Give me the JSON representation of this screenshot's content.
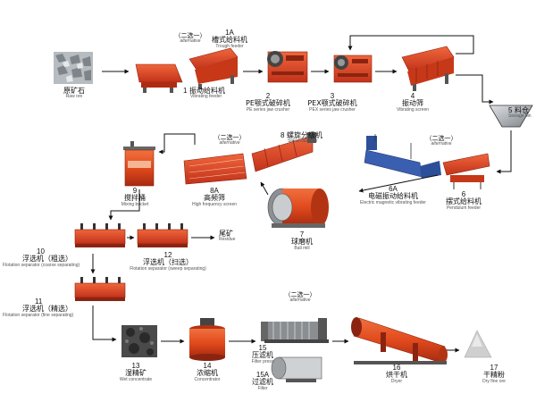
{
  "colors": {
    "machine": "#e0431d",
    "machine_dark": "#b02a12",
    "steel": "#6b6f73",
    "arrow": "#111111",
    "ore": "#9aa0a6",
    "concentrate": "#3a3a3a",
    "storage": "#e9eef1",
    "powder": "#cfcfcf"
  },
  "alternatives": [
    {
      "cn": "（二选一）",
      "en": "alternative"
    },
    {
      "cn": "（二选一）",
      "en": "alternative"
    },
    {
      "cn": "（二选一）",
      "en": "alternative"
    },
    {
      "cn": "（二选一）",
      "en": "alternative"
    }
  ],
  "stages": [
    {
      "num": "",
      "cn": "原矿石",
      "en": "Raw ore"
    },
    {
      "num": "1",
      "cn": "振动给料机",
      "en": "Vibrating feeder"
    },
    {
      "num": "1A",
      "cn": "槽式给料机",
      "en": "Trough feeder"
    },
    {
      "num": "2",
      "cn": "PE颚式破碎机",
      "en": "PE series jaw crusher"
    },
    {
      "num": "3",
      "cn": "PEX颚式破碎机",
      "en": "PEX series jaw crusher"
    },
    {
      "num": "4",
      "cn": "振动筛",
      "en": "Vibrating screen"
    },
    {
      "num": "5",
      "cn": "料仓",
      "en": "Storage bin"
    },
    {
      "num": "6",
      "cn": "摆式给料机",
      "en": "Pendulum feeder"
    },
    {
      "num": "6A",
      "cn": "电磁振动给料机",
      "en": "Electric magnetic vibrating feeder"
    },
    {
      "num": "7",
      "cn": "球磨机",
      "en": "Ball mill"
    },
    {
      "num": "8",
      "cn": "螺旋分级机",
      "en": "Spiral classifier"
    },
    {
      "num": "8A",
      "cn": "高频筛",
      "en": "High frequency screen"
    },
    {
      "num": "9",
      "cn": "搅拌桶",
      "en": "Mixing bucket"
    },
    {
      "num": "10",
      "cn": "浮选机（粗选）",
      "en": "Flotation separator (coarse separating)"
    },
    {
      "num": "11",
      "cn": "浮选机（精选）",
      "en": "Flotation separator (fine separating)"
    },
    {
      "num": "12",
      "cn": "浮选机（扫选）",
      "en": "Flotation separator (sweep separating)"
    },
    {
      "num": "",
      "cn": "尾矿",
      "en": "Residue"
    },
    {
      "num": "13",
      "cn": "湿精矿",
      "en": "Wet concentrate"
    },
    {
      "num": "14",
      "cn": "浓缩机",
      "en": "Concentrator"
    },
    {
      "num": "15",
      "cn": "压滤机",
      "en": "Filter press"
    },
    {
      "num": "15A",
      "cn": "过滤机",
      "en": "Filter"
    },
    {
      "num": "16",
      "cn": "烘干机",
      "en": "Dryer"
    },
    {
      "num": "17",
      "cn": "干精粉",
      "en": "Dry fine ore"
    }
  ]
}
